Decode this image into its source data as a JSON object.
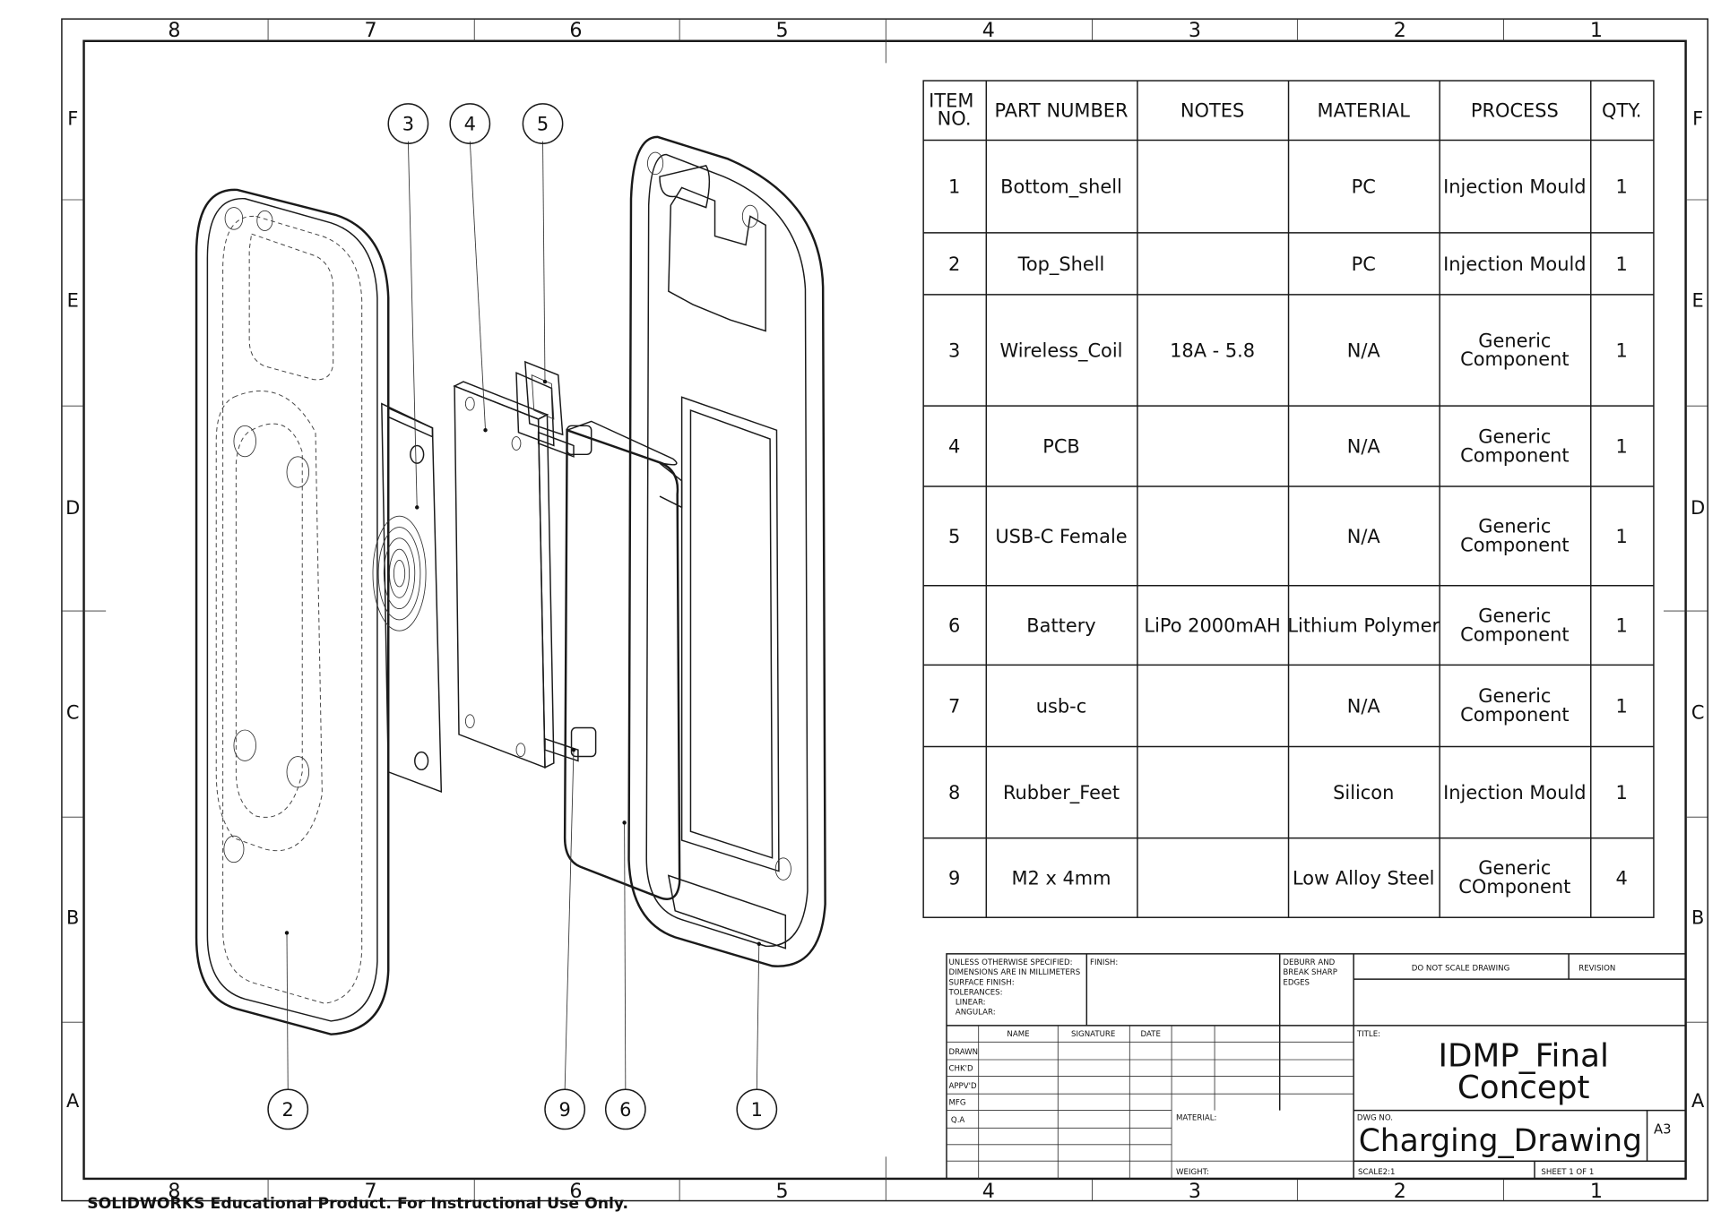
{
  "border": {
    "columns": [
      "8",
      "7",
      "6",
      "5",
      "4",
      "3",
      "2",
      "1"
    ],
    "rows": [
      "F",
      "E",
      "D",
      "C",
      "B",
      "A"
    ]
  },
  "bom": {
    "headers": [
      "ITEM NO.",
      "PART NUMBER",
      "NOTES",
      "MATERIAL",
      "PROCESS",
      "QTY."
    ],
    "rows": [
      [
        "1",
        "Bottom_shell",
        "",
        "PC",
        "Injection Mould",
        "1"
      ],
      [
        "2",
        "Top_Shell",
        "",
        "PC",
        "Injection Mould",
        "1"
      ],
      [
        "3",
        "Wireless_Coil",
        "18A - 5.8",
        "N/A",
        "Generic Component",
        "1"
      ],
      [
        "4",
        "PCB",
        "",
        "N/A",
        "Generic Component",
        "1"
      ],
      [
        "5",
        "USB-C Female",
        "",
        "N/A",
        "Generic Component",
        "1"
      ],
      [
        "6",
        "Battery",
        "LiPo 2000mAH",
        "Lithium Polymer",
        "Generic Component",
        "1"
      ],
      [
        "7",
        "usb-c",
        "",
        "N/A",
        "Generic Component",
        "1"
      ],
      [
        "8",
        "Rubber_Feet",
        "",
        "Silicon",
        "Injection Mould",
        "1"
      ],
      [
        "9",
        "M2 x 4mm",
        "",
        "Low Alloy Steel",
        "Generic COmponent",
        "4"
      ]
    ]
  },
  "balloons": [
    "3",
    "4",
    "5",
    "2",
    "9",
    "6",
    "1"
  ],
  "title_block": {
    "unless": [
      "UNLESS OTHERWISE SPECIFIED:",
      "DIMENSIONS ARE IN MILLIMETERS",
      "SURFACE FINISH:",
      "TOLERANCES:",
      "LINEAR:",
      "ANGULAR:"
    ],
    "finish": "FINISH:",
    "deburr": [
      "DEBURR AND",
      "BREAK SHARP",
      "EDGES"
    ],
    "do_not_scale": "DO NOT SCALE DRAWING",
    "revision": "REVISION",
    "col_headers": [
      "NAME",
      "SIGNATURE",
      "DATE"
    ],
    "row_labels": [
      "DRAWN",
      "CHK'D",
      "APPV'D",
      "MFG",
      "Q.A"
    ],
    "title_label": "TITLE:",
    "title_line1": "IDMP_Final",
    "title_line2": "Concept",
    "material_label": "MATERIAL:",
    "dwg_no_label": "DWG NO.",
    "dwg_no": "Charging_Drawing",
    "size": "A3",
    "weight_label": "WEIGHT:",
    "scale": "SCALE2:1",
    "sheet": "SHEET 1 OF 1"
  },
  "watermark": "SOLIDWORKS Educational Product. For Instructional Use Only."
}
